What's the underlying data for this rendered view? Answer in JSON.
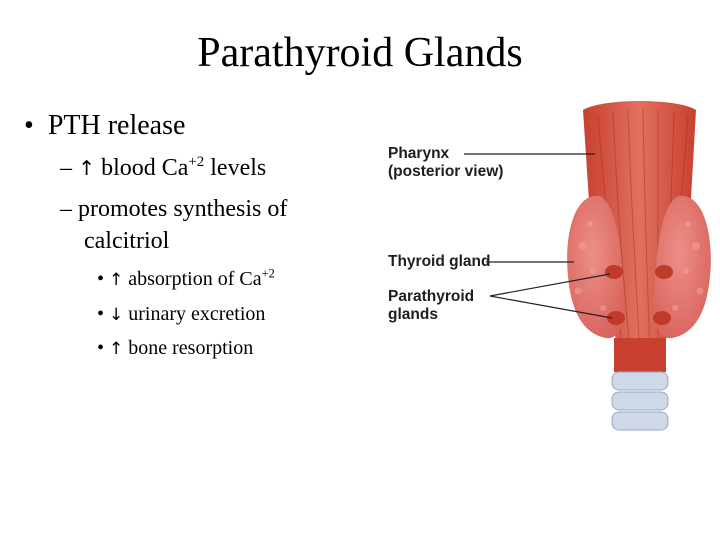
{
  "slide": {
    "title": "Parathyroid Glands",
    "bullet_1": "PTH release",
    "sub_1_arrow": "↑",
    "sub_1_text": "blood Ca",
    "sub_1_sup": "+2",
    "sub_1_tail": "levels",
    "sub_2_line1": "promotes synthesis of",
    "sub_2_line2": "calcitriol",
    "item_1_arrow": "↑",
    "item_1_text": "absorption of Ca",
    "item_1_sup": "+2",
    "item_2_arrow": "↓",
    "item_2_text": "urinary excretion",
    "item_3_arrow": "↑",
    "item_3_text": "bone resorption",
    "dash": "–",
    "bullet": "•"
  },
  "figure": {
    "label_pharynx_1": "Pharynx",
    "label_pharynx_2": "(posterior view)",
    "label_thyroid": "Thyroid gland",
    "label_parathyroid_1": "Parathyroid",
    "label_parathyroid_2": "glands",
    "colors": {
      "muscle": "#c8402f",
      "muscle_light": "#e0705e",
      "gland": "#d9645c",
      "gland_light": "#ec8f88",
      "parathyroid": "#c03a2a",
      "trachea": "#cfd8e6",
      "leader_line": "#222222"
    }
  }
}
